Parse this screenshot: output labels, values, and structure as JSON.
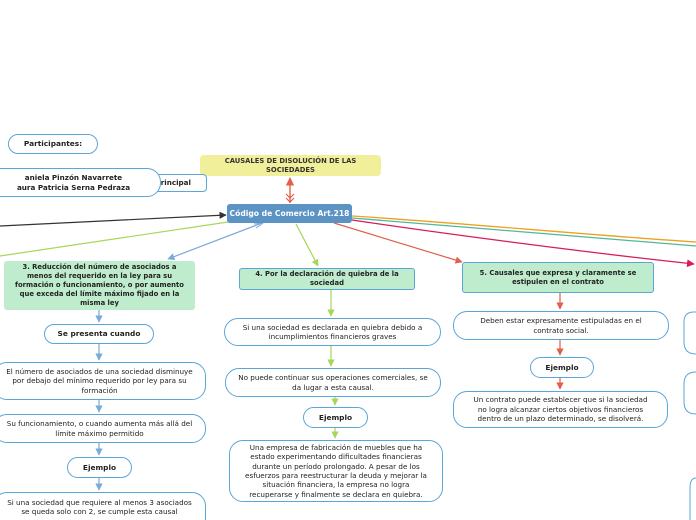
{
  "title": "CAUSALES DE DISOLUCIÓN DE LAS SOCIEDADES",
  "main_topic": "Código de Comercio Art.218",
  "participants_label": "Participantes:",
  "participants_names": "aniela Pinzón Navarrete\naura Patricia Serna Pedraza",
  "principal_fragment": "rincipal",
  "branch3": {
    "heading": "3. Reducción del número de asociados a menos del requerido en la ley para su formación o funcionamiento, o por aumento que exceda del límite máximo fijado en la misma ley",
    "sub": "Se presenta cuando",
    "item1": "El número de asociados de una sociedad disminuye por debajo del mínimo requerido por ley para su formación",
    "item2": "Su funcionamiento, o cuando aumenta más allá del límite máximo permitido",
    "example_label": "Ejemplo",
    "example_text": "Si una sociedad que requiere al menos 3 asociados se queda solo con 2, se cumple esta causal"
  },
  "branch4": {
    "heading": "4. Por la declaración de quiebra de la sociedad",
    "item1": "Si una sociedad es declarada en quiebra debido a incumplimientos financieros graves",
    "item2": "No puede continuar sus operaciones comerciales, se da lugar a esta causal.",
    "example_label": "Ejemplo",
    "example_text": "Una empresa de fabricación de muebles que ha estado experimentando dificultades financieras durante un período prolongado. A pesar de los esfuerzos para reestructurar la deuda y mejorar la situación financiera, la empresa no logra recuperarse y finalmente se declara en quiebra."
  },
  "branch5": {
    "heading": "5. Causales que expresa y claramente se estipulen en el contrato",
    "item1": "Deben estar expresamente estipuladas en el contrato social.",
    "example_label": "Ejemplo",
    "example_text": "Un contrato puede establecer que si la sociedad no logra alcanzar ciertos objetivos financieros dentro de un plazo determinado, se disolverá."
  },
  "colors": {
    "main": "#5b93c4",
    "title_bg": "#f2ef9a",
    "green_box": "#bfeccd",
    "border": "#5aa6d8",
    "link_green": "#a6d65a",
    "link_blue": "#7aaad8",
    "link_red": "#e0604a",
    "link_crimson": "#d81b5a",
    "link_teal": "#4fb89a",
    "link_orange": "#f0a020",
    "link_dark": "#333333"
  }
}
